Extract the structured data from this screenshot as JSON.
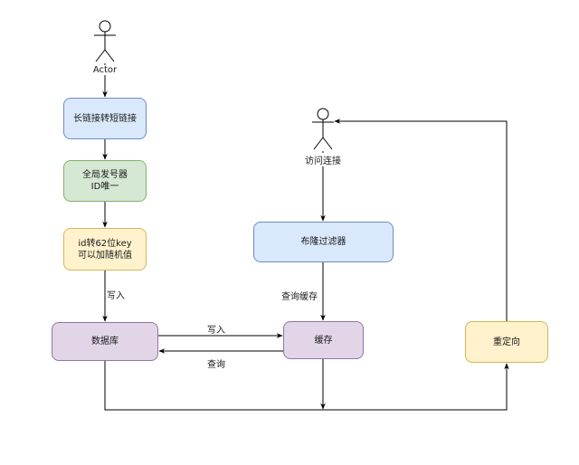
{
  "actors": {
    "user": {
      "label": "Actor"
    },
    "visitor": {
      "label": "访问连接"
    }
  },
  "nodes": {
    "long_to_short": {
      "label": "长链接转短链接",
      "color": "#dae8fc"
    },
    "id_generator": {
      "label": "全局发号器\nID唯一",
      "color": "#d5e8d4"
    },
    "id_to_key": {
      "label": "id转62位key\n可以加随机值",
      "color": "#fff2cc"
    },
    "database": {
      "label": "数据库",
      "color": "#e1d5e7"
    },
    "bloom_filter": {
      "label": "布隆过滤器",
      "color": "#dae8fc"
    },
    "cache": {
      "label": "缓存",
      "color": "#e1d5e7"
    },
    "redirect": {
      "label": "重定向",
      "color": "#fff2cc"
    }
  },
  "edges": {
    "key_to_db": {
      "label": "写入"
    },
    "db_to_cache": {
      "label": "写入"
    },
    "cache_to_db": {
      "label": "查询"
    },
    "bloom_to_cache": {
      "label": "查询缓存"
    }
  }
}
